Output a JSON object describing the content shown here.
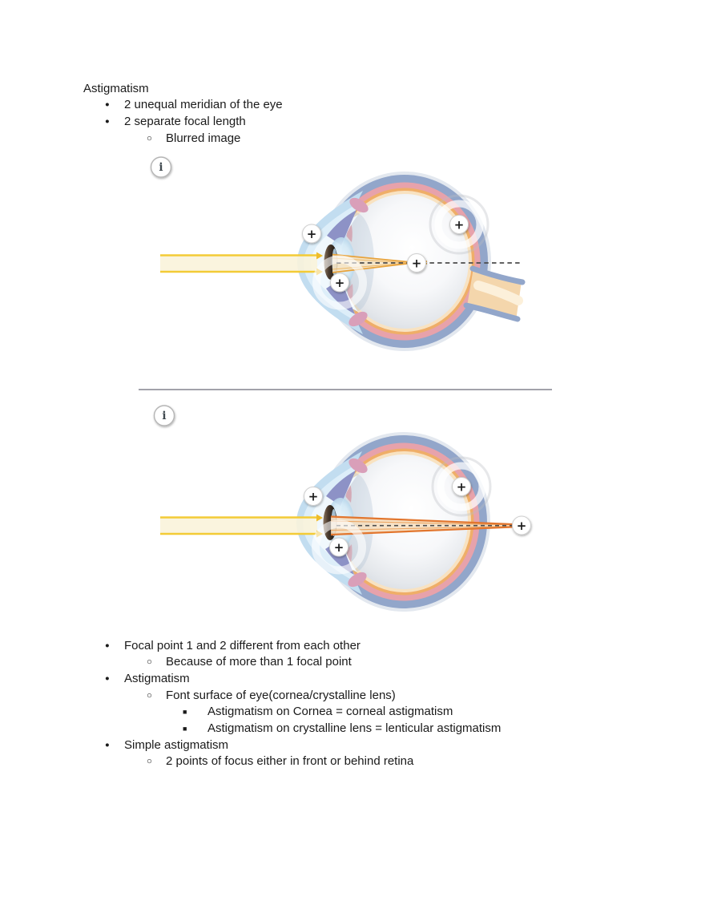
{
  "intro": {
    "title": "Astigmatism",
    "items": [
      {
        "level": 1,
        "marker": "●",
        "text": "2 unequal meridian of the eye"
      },
      {
        "level": 1,
        "marker": "●",
        "text": "2 separate focal length"
      },
      {
        "level": 2,
        "marker": "○",
        "text": "Blurred image"
      }
    ]
  },
  "figures": [
    {
      "description": "eye cross-section, parallel rays focusing at a point inside the eye in front of the retina",
      "info_glyph": "i",
      "hotspot_glyph": "+"
    },
    {
      "description": "eye cross-section, parallel rays focusing at a point behind the eye (behind the retina)",
      "info_glyph": "i",
      "hotspot_glyph": "+"
    }
  ],
  "palette": {
    "ray_yellow": "#f3cb36",
    "ray_beam_fill": "#faf3da",
    "focal_ray_orange": "#e2762e",
    "cone_fill": "#f7e3c0",
    "sclera_blue": "#92a6ca",
    "choroid_pink": "#e7a2ab",
    "retina_orange": "#efae68",
    "retina_cream": "#f8e2c1",
    "cornea_blue": "#c2ddf0",
    "axis_dash_gray": "#4c4c4c",
    "divider_gray": "#a2a2aa"
  },
  "notes": {
    "items": [
      {
        "level": 1,
        "marker": "●",
        "text": "Focal point 1 and 2 different from each other"
      },
      {
        "level": 2,
        "marker": "○",
        "text": "Because of more than 1 focal point"
      },
      {
        "level": 1,
        "marker": "●",
        "text": "Astigmatism"
      },
      {
        "level": 2,
        "marker": "○",
        "text": "Font surface of eye(cornea/crystalline lens)"
      },
      {
        "level": 3,
        "marker": "■",
        "text": "Astigmatism on Cornea = corneal astigmatism"
      },
      {
        "level": 3,
        "marker": "■",
        "text": "Astigmatism on crystalline lens = lenticular astigmatism"
      },
      {
        "level": 1,
        "marker": "●",
        "text": "Simple astigmatism"
      },
      {
        "level": 2,
        "marker": "○",
        "text": "2 points of focus either in front or behind retina"
      }
    ]
  }
}
